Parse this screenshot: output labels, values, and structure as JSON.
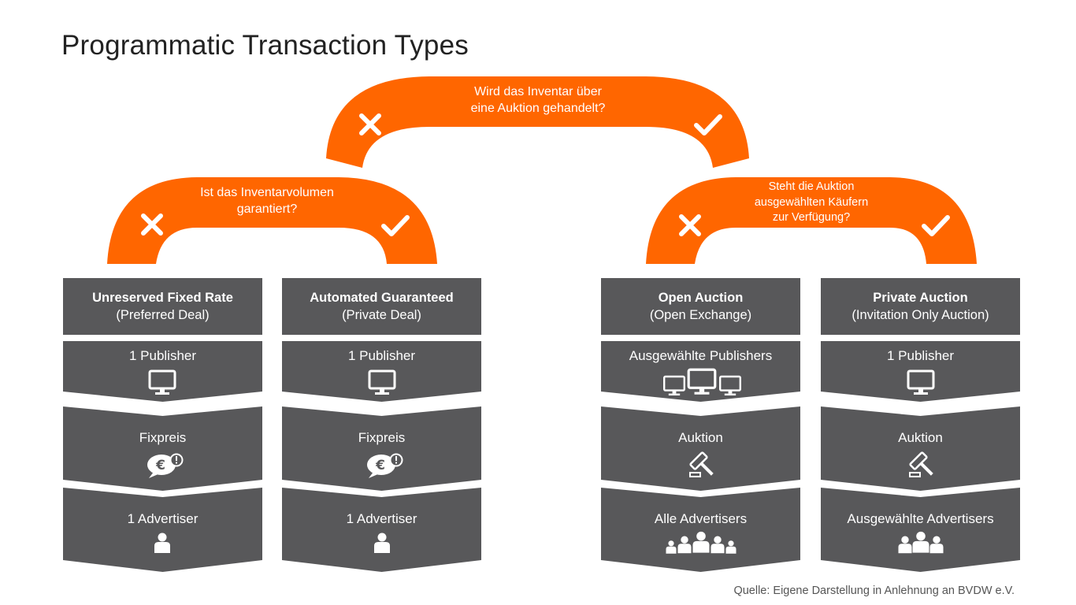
{
  "title": "Programmatic Transaction Types",
  "colors": {
    "accent": "#ff6600",
    "panel": "#58585a",
    "text_on_dark": "#ffffff"
  },
  "questions": {
    "top": {
      "line1": "Wird das Inventar über",
      "line2": "eine Auktion gehandelt?"
    },
    "left": {
      "line1": "Ist das Inventarvolumen",
      "line2": "garantiert?"
    },
    "right": {
      "line1": "Steht die Auktion",
      "line2": "ausgewählten Käufern",
      "line3": "zur Verfügung?"
    }
  },
  "marks": {
    "no": "cross-icon",
    "yes": "check-icon"
  },
  "columns": [
    {
      "title": "Unreserved Fixed Rate",
      "subtitle": "(Preferred Deal)",
      "publisher": "1 Publisher",
      "publisher_icon": "monitor-icon",
      "price": "Fixpreis",
      "price_icon": "euro-speech-bubble-icon",
      "advertiser": "1 Advertiser",
      "advertiser_icon": "person-icon"
    },
    {
      "title": "Automated Guaranteed",
      "subtitle": "(Private Deal)",
      "publisher": "1 Publisher",
      "publisher_icon": "monitor-icon",
      "price": "Fixpreis",
      "price_icon": "euro-speech-bubble-icon",
      "advertiser": "1 Advertiser",
      "advertiser_icon": "person-icon"
    },
    {
      "title": "Open Auction",
      "subtitle": "(Open Exchange)",
      "publisher": "Ausgewählte Publishers",
      "publisher_icon": "three-monitors-icon",
      "price": "Auktion",
      "price_icon": "gavel-icon",
      "advertiser": "Alle Advertisers",
      "advertiser_icon": "crowd-icon"
    },
    {
      "title": "Private Auction",
      "subtitle": "(Invitation Only Auction)",
      "publisher": "1 Publisher",
      "publisher_icon": "monitor-icon",
      "price": "Auktion",
      "price_icon": "gavel-icon",
      "advertiser": "Ausgewählte Advertisers",
      "advertiser_icon": "group-icon"
    }
  ],
  "source": "Quelle: Eigene Darstellung in Anlehnung an BVDW e.V."
}
